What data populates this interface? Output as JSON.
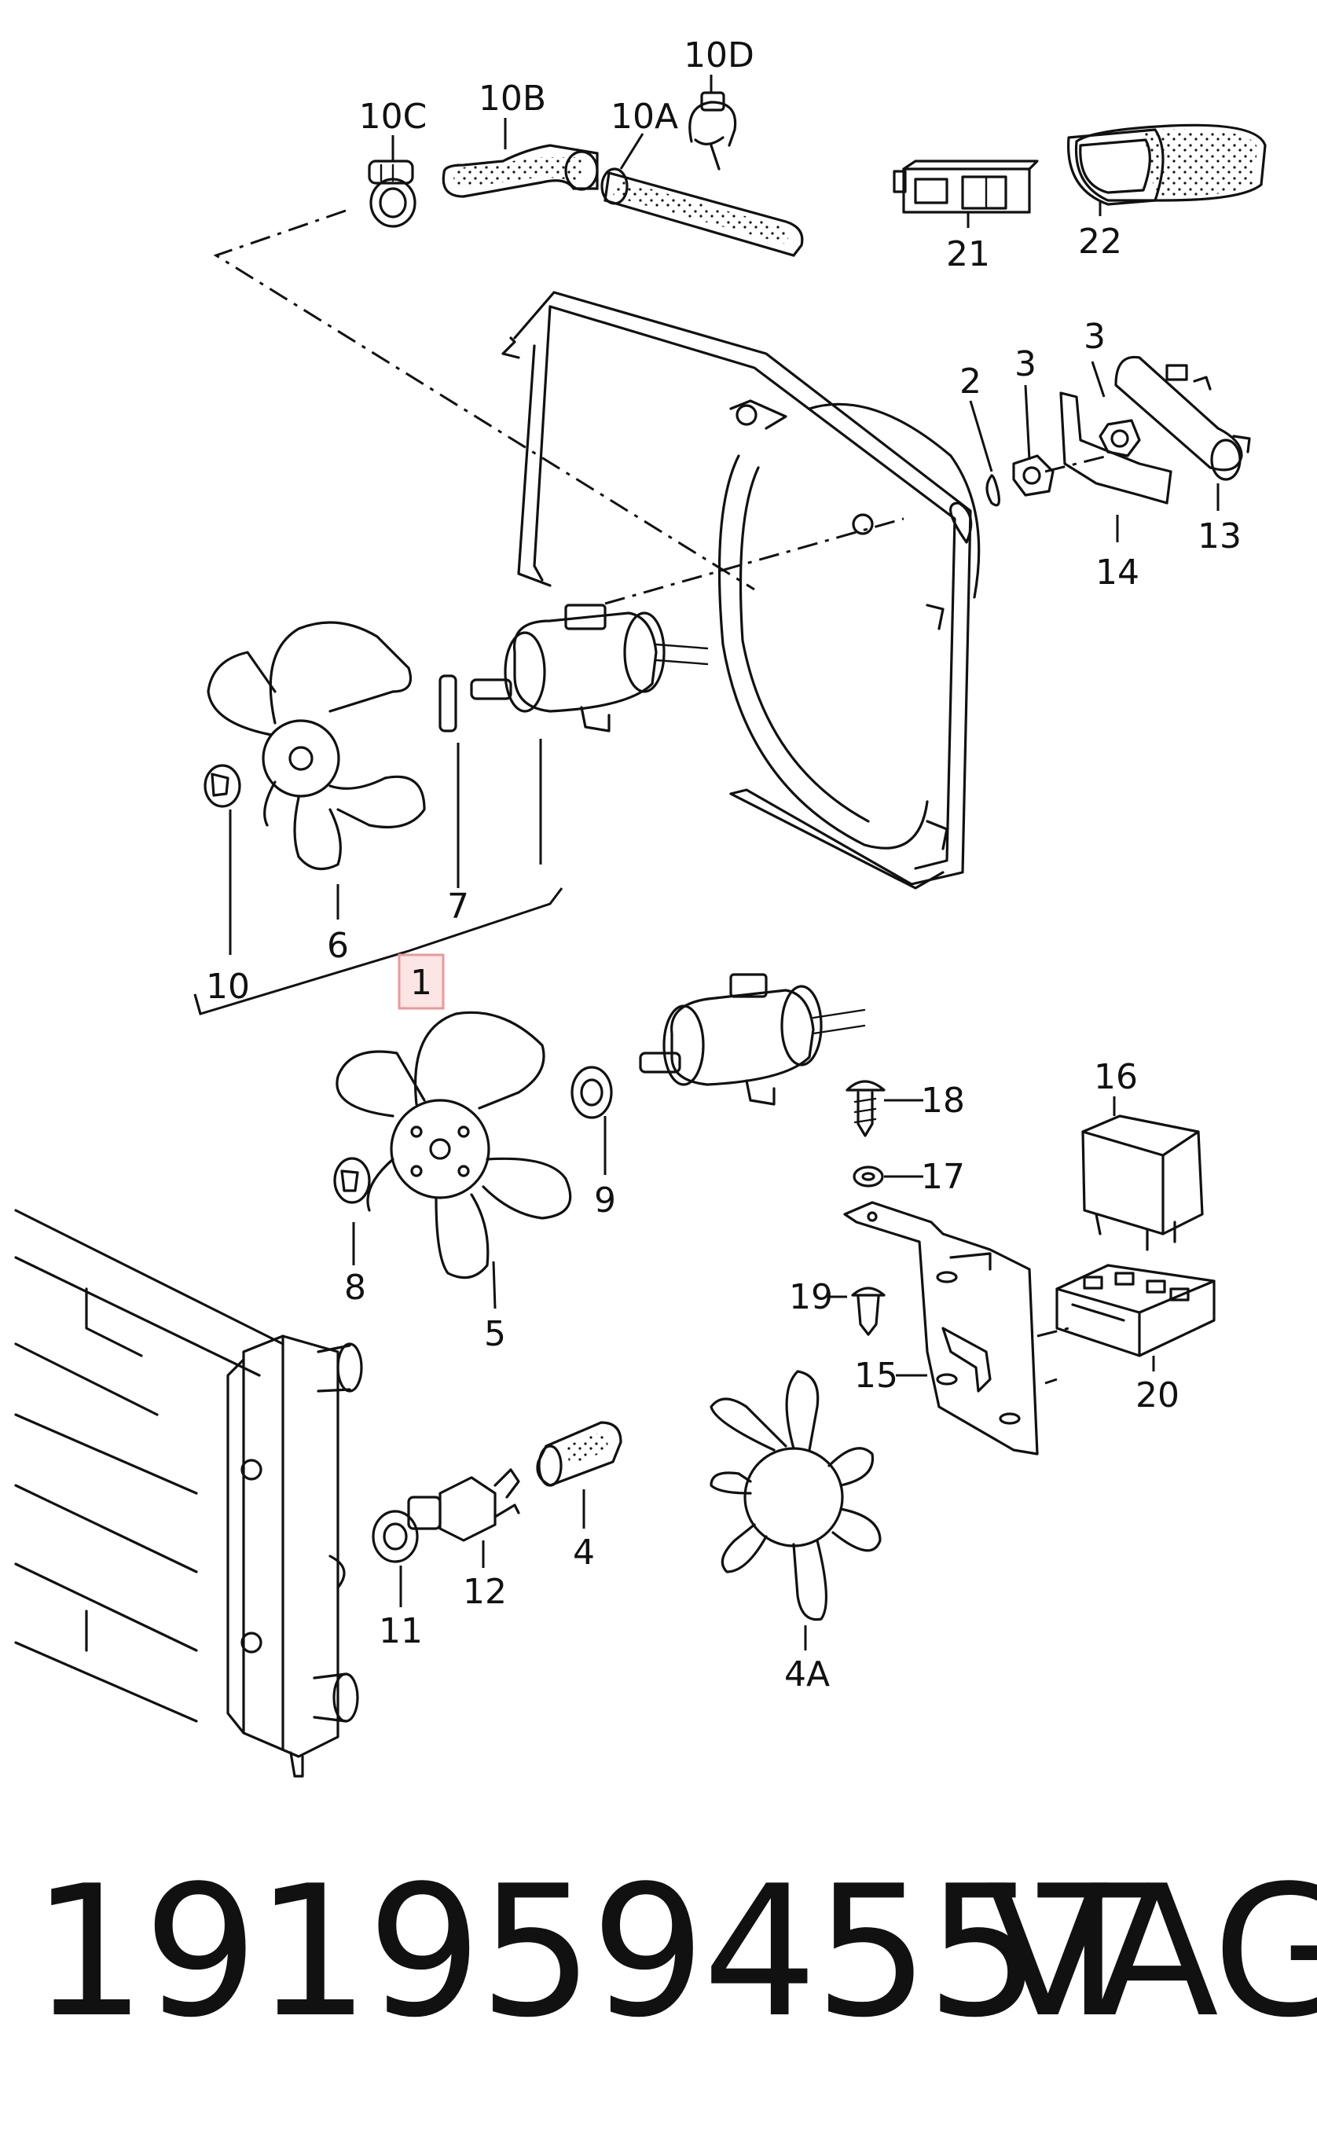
{
  "callouts": {
    "c10c": "10C",
    "c10b": "10B",
    "c10a": "10A",
    "c10d": "10D",
    "c21": "21",
    "c22": "22",
    "c2": "2",
    "c3a": "3",
    "c3b": "3",
    "c13": "13",
    "c14": "14",
    "c7": "7",
    "c6": "6",
    "c10": "10",
    "c1": "1",
    "c9": "9",
    "c8": "8",
    "c5": "5",
    "c18": "18",
    "c17": "17",
    "c16": "16",
    "c19": "19",
    "c15": "15",
    "c20": "20",
    "c4": "4",
    "c12": "12",
    "c11": "11",
    "c4a": "4A"
  },
  "highlighted_callout": "1",
  "highlight_color": "#e89a9a",
  "footer": {
    "part_number": "191959455T",
    "brand": "VAG"
  }
}
